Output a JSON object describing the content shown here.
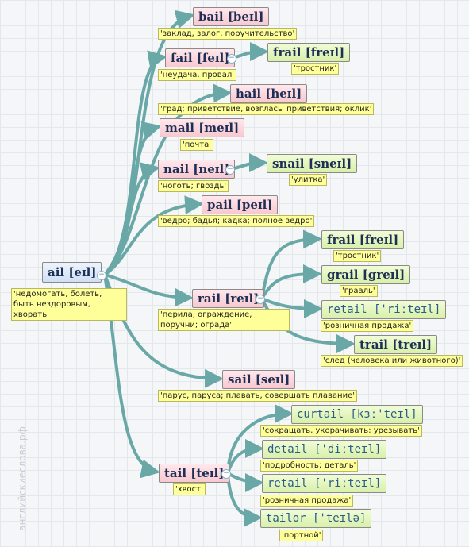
{
  "watermark": "английскиеслова.рф",
  "root": {
    "word": "ail [eɪl]",
    "gloss": "'недомогать, болеть, быть нездоровым, хворать'"
  },
  "nodes": [
    {
      "word": "bail [beɪl]",
      "gloss": "'заклад, залог, поручительство'"
    },
    {
      "word": "fail [feɪl]",
      "gloss": "'неудача, провал'"
    },
    {
      "word": "frail [freɪl]",
      "gloss": "'тростник'"
    },
    {
      "word": "hail [heɪl]",
      "gloss": "'град; приветствие, возгласы приветствия; оклик'"
    },
    {
      "word": "mail [meɪl]",
      "gloss": "'почта'"
    },
    {
      "word": "nail [neɪl]",
      "gloss": "'ноготь; гвоздь'"
    },
    {
      "word": "snail [sneɪl]",
      "gloss": "'улитка'"
    },
    {
      "word": "pail [peɪl]",
      "gloss": "'ведро; бадья; кадка; полное ведро'"
    },
    {
      "word": "frail [freɪl]",
      "gloss": "'тростник'"
    },
    {
      "word": "grail [greɪl]",
      "gloss": "'грааль'"
    },
    {
      "word": "rail [reɪl]",
      "gloss": "'перила, ограждение, поручни; ограда'"
    },
    {
      "word": "retail ['riːteɪl]",
      "gloss": "'розничная продажа'"
    },
    {
      "word": "trail [treɪl]",
      "gloss": "'след (человека или животного)'"
    },
    {
      "word": "sail [seɪl]",
      "gloss": "'парус, паруса; плавать, совершать плавание'"
    },
    {
      "word": "curtail [kɜː'teɪl]",
      "gloss": "'сокращать, укорачивать; урезывать'"
    },
    {
      "word": "detail ['diːteɪl]",
      "gloss": "'подробность; деталь'"
    },
    {
      "word": "tail [teɪl]",
      "gloss": "'хвост'"
    },
    {
      "word": "retail ['riːteɪl]",
      "gloss": "'розничная продажа'"
    },
    {
      "word": "tailor ['teɪlə]",
      "gloss": "'портной'"
    }
  ],
  "colors": {
    "edge": "#6aa8a8",
    "pink": "#f8c8d0",
    "green": "#d8f0a8",
    "blue": "#cfe0f4",
    "gloss": "#ffff99"
  }
}
